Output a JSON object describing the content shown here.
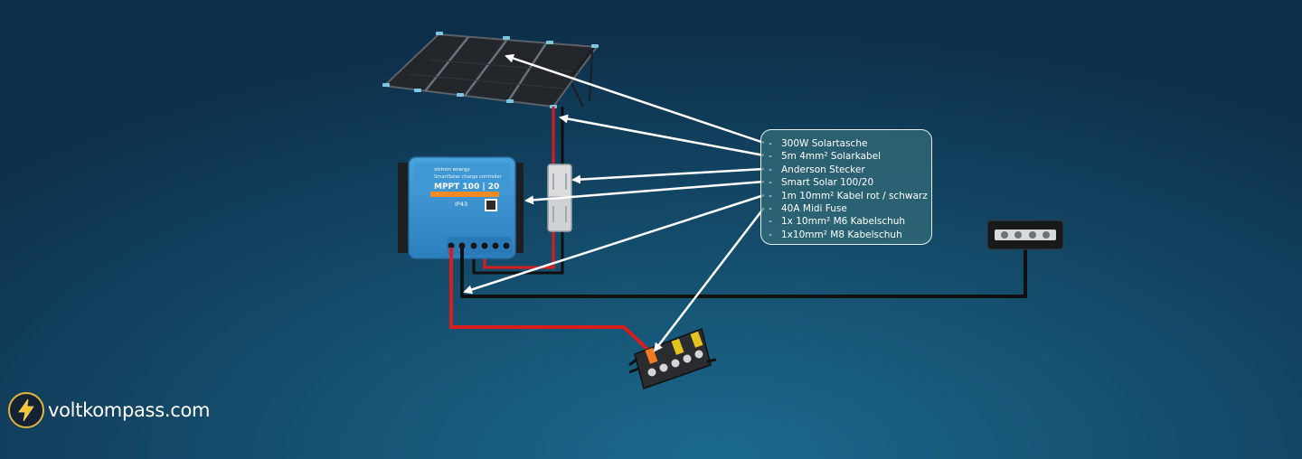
{
  "legend": {
    "items": [
      "300W Solartasche",
      "5m 4mm² Solarkabel",
      "Anderson Stecker",
      "Smart Solar 100/20",
      "1m 10mm² Kabel rot / schwarz",
      "40A Midi Fuse",
      "1x 10mm² M6 Kabelschuh",
      "1x10mm² M8 Kabelschuh"
    ]
  },
  "controller": {
    "brand": "victron energy",
    "subtitle": "SmartSolar charge controller",
    "model": "MPPT 100 | 20",
    "rating": "IP43"
  },
  "branding": {
    "site": "voltkompass.com"
  },
  "colors": {
    "positive_wire": "#d91c1c",
    "negative_wire": "#101010",
    "arrow": "#ffffff",
    "controller_blue": "#3c92cf",
    "badge_ring": "#e0b640"
  },
  "icons": {
    "logo": "lightning-bolt-icon"
  }
}
